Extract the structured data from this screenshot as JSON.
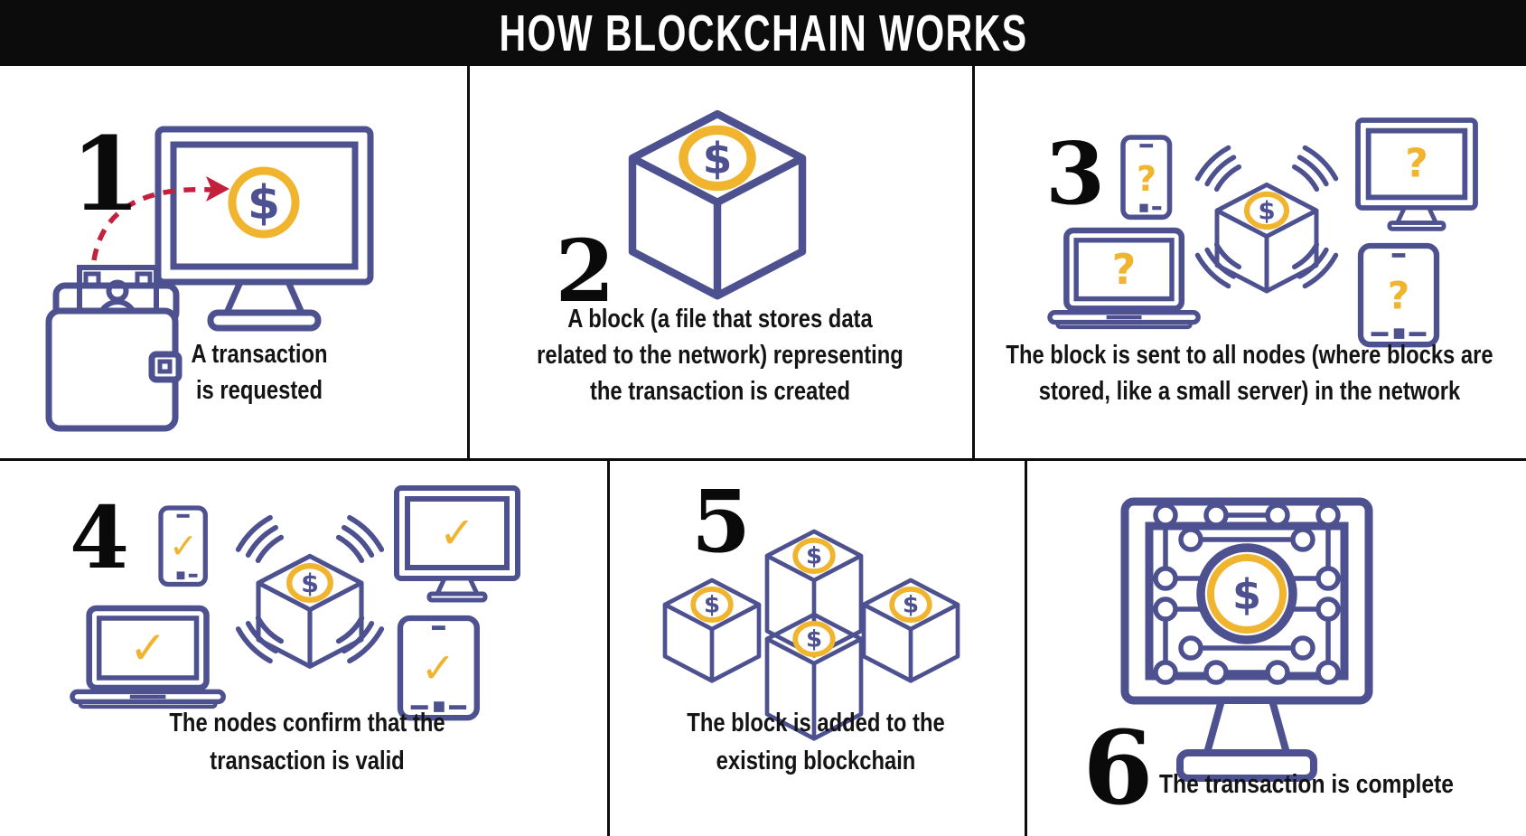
{
  "header": {
    "title": "HOW BLOCKCHAIN WORKS"
  },
  "colors": {
    "outline_purple": "#4d5190",
    "accent_yellow": "#f0b42e",
    "arrow_red": "#c41f3c",
    "bar_black": "#0c0c0c",
    "text_black": "#141414",
    "background": "#ffffff"
  },
  "glyphs": {
    "currency": "$",
    "unconfirmed": "?",
    "confirmed": "✓"
  },
  "steps": [
    {
      "number": "1",
      "caption_lines": [
        "A transaction",
        "is requested"
      ]
    },
    {
      "number": "2",
      "caption_lines": [
        "A block (a file that stores data",
        "related to the network) representing",
        "the transaction is created"
      ]
    },
    {
      "number": "3",
      "caption_lines": [
        "The block is sent to all nodes (where blocks are",
        "stored, like a small server) in the network"
      ]
    },
    {
      "number": "4",
      "caption_lines": [
        "The nodes confirm that the",
        "transaction is valid"
      ]
    },
    {
      "number": "5",
      "caption_lines": [
        "The block is added to the",
        "existing blockchain"
      ]
    },
    {
      "number": "6",
      "caption_lines": [
        "The transaction is complete"
      ]
    }
  ]
}
